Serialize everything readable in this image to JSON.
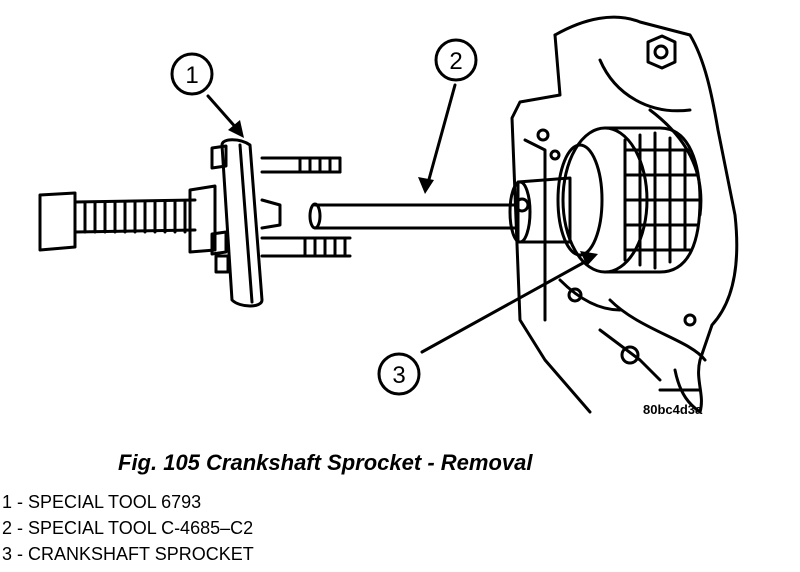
{
  "figure": {
    "callouts": [
      "1",
      "2",
      "3"
    ],
    "code": "80bc4d3a"
  },
  "caption": "Fig. 105 Crankshaft Sprocket - Removal",
  "legend": [
    "1 - SPECIAL TOOL 6793",
    "2 - SPECIAL TOOL C-4685–C2",
    "3 - CRANKSHAFT SPROCKET"
  ]
}
